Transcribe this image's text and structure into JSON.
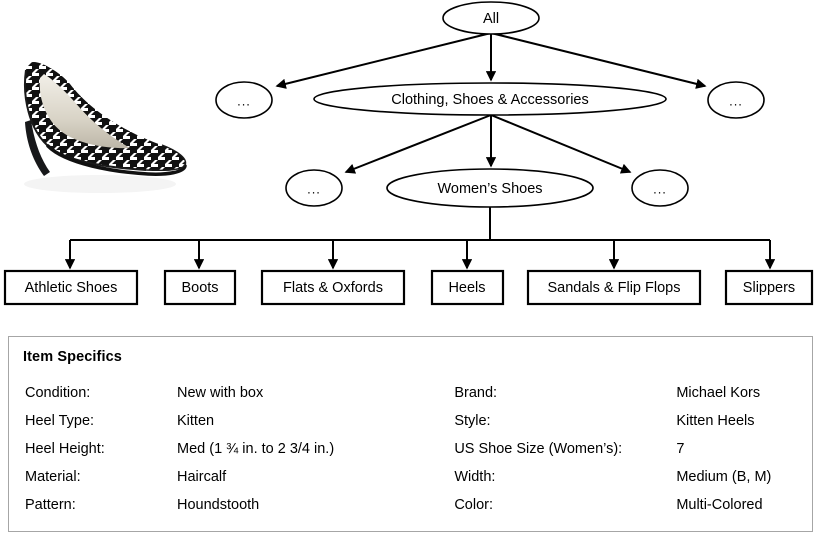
{
  "product_image": {
    "alt": "houndstooth-pattern-kitten-heel-pump",
    "description": "Black and white houndstooth kitten heel pump, three-quarter view"
  },
  "taxonomy": {
    "root": {
      "label": "All",
      "shape": "ellipse"
    },
    "level1": [
      {
        "label": "...",
        "shape": "ellipse",
        "role": "sibling-placeholder"
      },
      {
        "label": "Clothing, Shoes & Accessories",
        "shape": "ellipse",
        "role": "selected-path"
      },
      {
        "label": "...",
        "shape": "ellipse",
        "role": "sibling-placeholder"
      }
    ],
    "level2": [
      {
        "label": "...",
        "shape": "ellipse",
        "role": "sibling-placeholder"
      },
      {
        "label": "Women’s Shoes",
        "shape": "ellipse",
        "role": "selected-path"
      },
      {
        "label": "...",
        "shape": "ellipse",
        "role": "sibling-placeholder"
      }
    ],
    "leaves": [
      {
        "label": "Athletic Shoes"
      },
      {
        "label": "Boots"
      },
      {
        "label": "Flats & Oxfords"
      },
      {
        "label": "Heels"
      },
      {
        "label": "Sandals & Flip Flops"
      },
      {
        "label": "Slippers"
      }
    ]
  },
  "item_specifics": {
    "title": "Item Specifics",
    "left_column": [
      {
        "key": "Condition:",
        "value": "New with box"
      },
      {
        "key": "Heel Type:",
        "value": "Kitten"
      },
      {
        "key": "Heel Height:",
        "value": "Med (1 ¾ in. to 2 3/4 in.)"
      },
      {
        "key": "Material:",
        "value": "Haircalf"
      },
      {
        "key": "Pattern:",
        "value": "Houndstooth"
      }
    ],
    "right_column": [
      {
        "key": "Brand:",
        "value": "Michael Kors"
      },
      {
        "key": "Style:",
        "value": "Kitten Heels"
      },
      {
        "key": "US Shoe Size (Women’s):",
        "value": "7"
      },
      {
        "key": "Width:",
        "value": "Medium (B, M)"
      },
      {
        "key": "Color:",
        "value": "Multi-Colored"
      }
    ]
  },
  "colors": {
    "stroke": "#000000",
    "panel_border": "#a6a6a6",
    "background": "#ffffff",
    "text": "#000000"
  }
}
